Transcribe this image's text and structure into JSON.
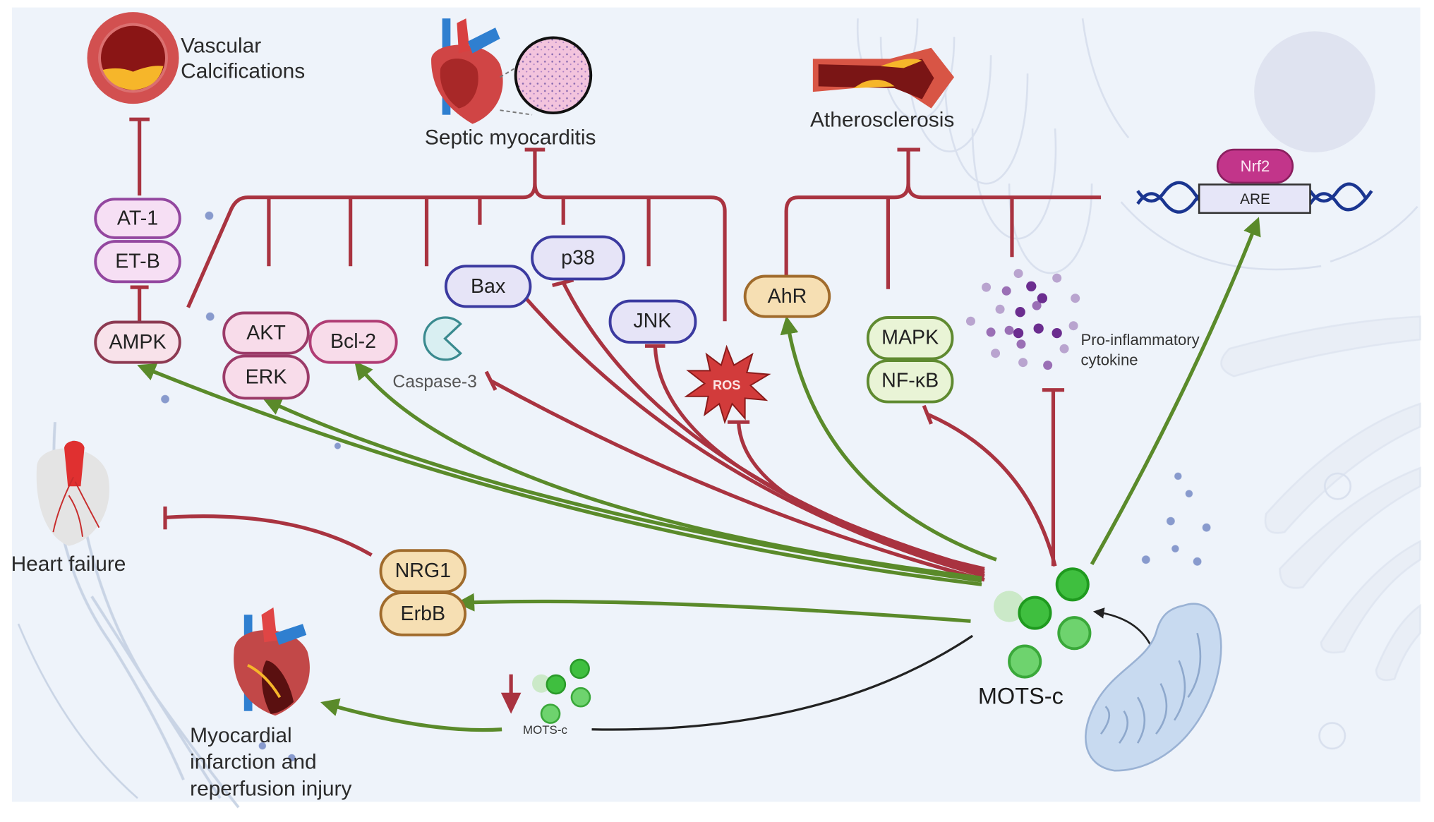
{
  "figure": {
    "center_agent": "MOTS-c",
    "center_agent_small": "MOTS-c",
    "colors": {
      "panel_bg": "#eef3fa",
      "inhibition": "#a93340",
      "activation": "#5a8a2a",
      "mots_c_green": "#3fbf3f",
      "pink_pill_fill": "#f6dff4",
      "pink_pill_border": "#93479f",
      "lavender_pill_fill": "#e6e4f7",
      "lavender_pill_border": "#3b3aa0",
      "tan_pill_fill": "#f6dfb3",
      "tan_pill_border": "#a06b2c",
      "green_pill_fill": "#e9f4d6",
      "green_pill_border": "#5f8a30",
      "nrf2_fill": "#c2358a",
      "ros_fill": "#d23b3b"
    }
  },
  "diseases": {
    "vascular": "Vascular\nCalcifications",
    "vascular_line1": "Vascular",
    "vascular_line2": "Calcifications",
    "septic": "Septic myocarditis",
    "athero": "Atherosclerosis",
    "heart_failure": "Heart failure",
    "mi_line1": "Myocardial",
    "mi_line2": "infarction and",
    "mi_line3": "reperfusion injury"
  },
  "nodes": {
    "at1": "AT-1",
    "etb": "ET-B",
    "ampk": "AMPK",
    "akt": "AKT",
    "erk": "ERK",
    "bcl2": "Bcl-2",
    "caspase3": "Caspase-3",
    "bax": "Bax",
    "p38": "p38",
    "jnk": "JNK",
    "ros": "ROS",
    "ahr": "AhR",
    "mapk": "MAPK",
    "nfkb": "NF-κB",
    "cytokine_line1": "Pro-inflammatory",
    "cytokine_line2": "cytokine",
    "nrf2": "Nrf2",
    "are": "ARE",
    "nrg1": "NRG1",
    "erbb": "ErbB"
  }
}
